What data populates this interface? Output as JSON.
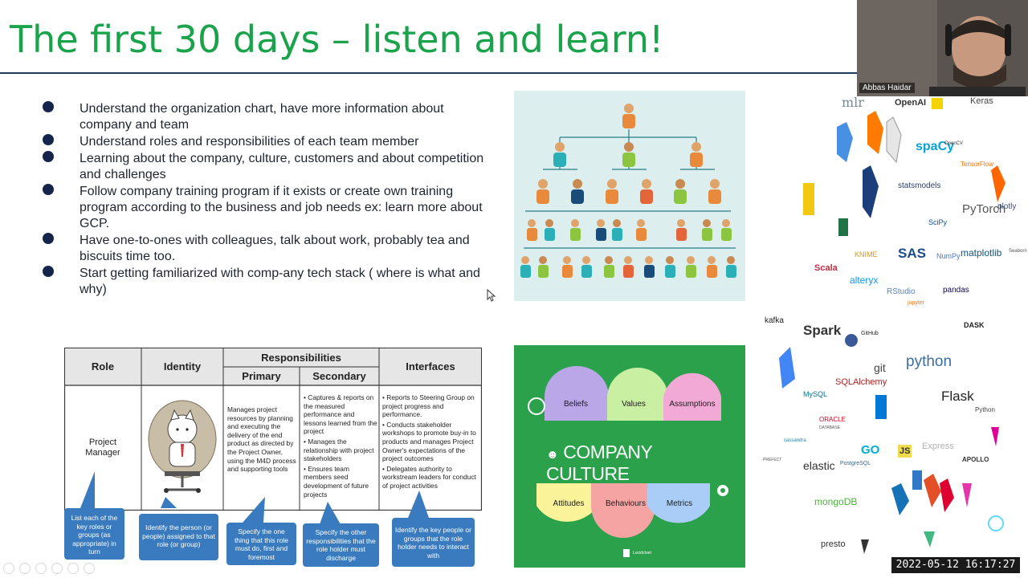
{
  "slide": {
    "title": "The first 30 days – listen and learn!",
    "bullets": [
      "Understand the organization chart, have more information about company and team",
      "Understand roles and responsibilities of each team member",
      "Learning about the company, culture, customers and about competition and challenges",
      "Follow company training program if it exists or create own training program according to the business and job needs ex: learn more about GCP.",
      "Have one-to-ones with colleagues, talk about work, probably tea and biscuits time too.",
      "Start getting familiarized with comp-any tech stack ( where is what and why)"
    ]
  },
  "roles_table": {
    "headers": {
      "role": "Role",
      "identity": "Identity",
      "responsibilities": "Responsibilities",
      "primary": "Primary",
      "secondary": "Secondary",
      "interfaces": "Interfaces"
    },
    "role_value": "Project Manager",
    "primary_text": "Manages project resources by planning and executing the delivery of the end product as directed by the Project Owner, using the M4D process and supporting tools",
    "secondary_items": [
      "Captures & reports on the measured performance and lessons learned from the project",
      "Manages the relationship with project stakeholders",
      "Ensures team members seed development of future projects"
    ],
    "interfaces_items": [
      "Reports to Steering Group on project progress and performance.",
      "Conducts stakeholder workshops to promote buy-in to products and manages Project Owner's expectations of the project outcomes",
      "Delegates authority to workstream leaders for conduct of project activities"
    ],
    "callouts": [
      "List each of the key roles or groups (as appropriate) in turn",
      "Identify the person (or people) assigned to that role (or group)",
      "Specify the one thing that this role must do, first and foremost",
      "Specify the other responsibilities that the role holder must discharge",
      "Identify the key people or groups that the role holder needs to interact with"
    ]
  },
  "culture_graphic": {
    "title": "COMPANY CULTURE",
    "top_items": [
      "Beliefs",
      "Values",
      "Assumptions"
    ],
    "bottom_items": [
      "Attitudes",
      "Behaviours",
      "Metrics"
    ],
    "footer": "Lucidchart",
    "colors": {
      "background": "#2aa14a",
      "beliefs": "#b9a7e8",
      "values": "#c9f0a2",
      "assumptions": "#f3a9d6",
      "attitudes": "#fbf39a",
      "behaviours": "#f5a3a3",
      "metrics": "#a9cdf6"
    }
  },
  "tech_logos": [
    "mlr",
    "OpenAI",
    "Keras",
    "spaCy",
    "OpenCV",
    "TensorFlow",
    "statsmodels",
    "PyTorch",
    "plotly",
    "SciPy",
    "KNIME",
    "SAS",
    "NumPy",
    "matplotlib",
    "Seaborn",
    "Scala",
    "alteryx",
    "RStudio",
    "jupyter",
    "pandas",
    "kafka",
    "Spark",
    "GitHub",
    "DASK",
    "git",
    "python",
    "MySQL",
    "SQLAlchemy",
    "Flask",
    "Python",
    "cassandra",
    "ORACLE",
    "DATABASE",
    "GO",
    "JS",
    "Express",
    "APOLLO",
    "PREFECT",
    "elastic",
    "PostgreSQL",
    "mongoDB",
    "presto"
  ],
  "video": {
    "participant_name": "Abbas Haidar",
    "timestamp": "2022-05-12  16:17:27"
  }
}
